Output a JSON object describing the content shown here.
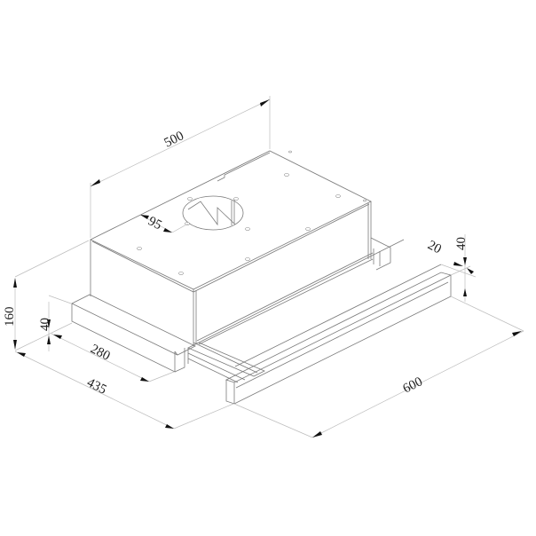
{
  "drawing": {
    "subject": "telescopic range hood",
    "units": "mm",
    "line_color": "#7a7a7a",
    "dimension_line_color": "#bdbdbd",
    "arrow_color": "#111111",
    "dimensions": {
      "depth_total": "500",
      "duct_offset": "95",
      "height_total": "160",
      "side_bar_height": "40",
      "side_bar_depth": "280",
      "body_depth": "435",
      "front_bar_depth": "20",
      "front_bar_height": "40",
      "width": "600"
    }
  }
}
